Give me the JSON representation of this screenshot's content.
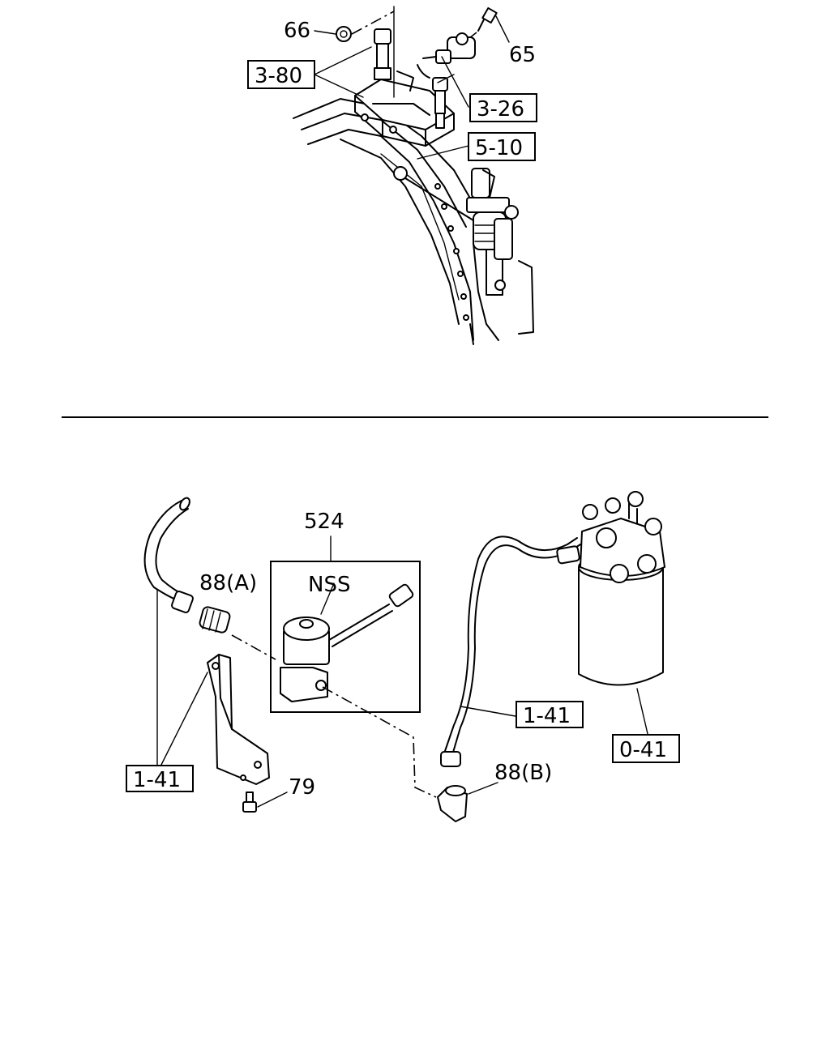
{
  "top_view": {
    "part_labels": {
      "p66": "66",
      "p65": "65"
    },
    "ref_boxes": {
      "r380": "3-80",
      "r326": "3-26",
      "r510": "5-10"
    }
  },
  "bottom_view": {
    "part_labels": {
      "p524": "524",
      "nss": "NSS",
      "p88a": "88(A)",
      "p88b": "88(B)",
      "p79": "79"
    },
    "ref_boxes": {
      "r141_left": "1-41",
      "r141_right": "1-41",
      "r041": "0-41"
    }
  }
}
